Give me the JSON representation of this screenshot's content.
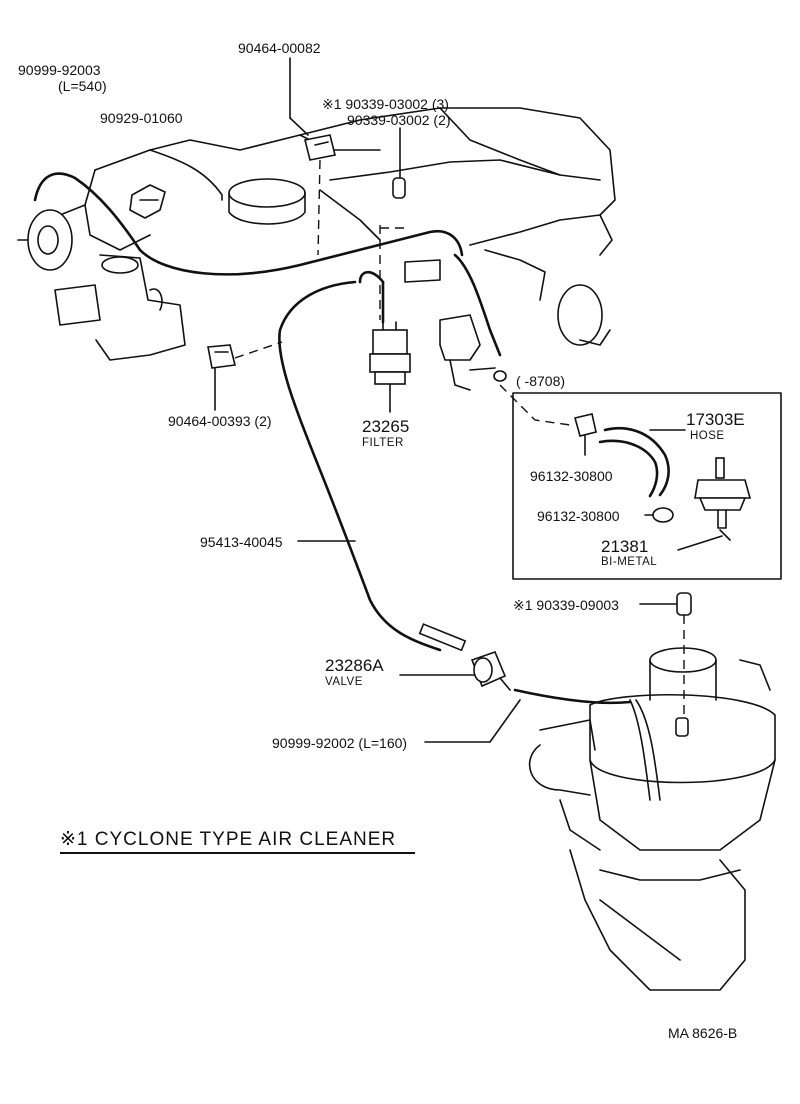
{
  "diagram": {
    "labels": {
      "p90999_92003": "90999-92003",
      "l540": "(L=540)",
      "p90929_01060": "90929-01060",
      "p90464_00082": "90464-00082",
      "p90339_03002_3": "※1 90339-03002 (3)",
      "p90339_03002_2": "90339-03002 (2)",
      "p90464_00393": "90464-00393 (2)",
      "p23265": "23265",
      "filter": "FILTER",
      "range": "(      -8708)",
      "p17303e": "17303E",
      "hose": "HOSE",
      "p96132_a": "96132-30800",
      "p96132_b": "96132-30800",
      "p21381": "21381",
      "bimetal": "BI-METAL",
      "p95413": "95413-40045",
      "p90339_09003": "※1 90339-09003",
      "p23286a": "23286A",
      "valve": "VALVE",
      "p90999_92002": "90999-92002 (L=160)",
      "note": "※1 CYCLONE TYPE AIR CLEANER",
      "code": "MA  8626-B"
    }
  }
}
